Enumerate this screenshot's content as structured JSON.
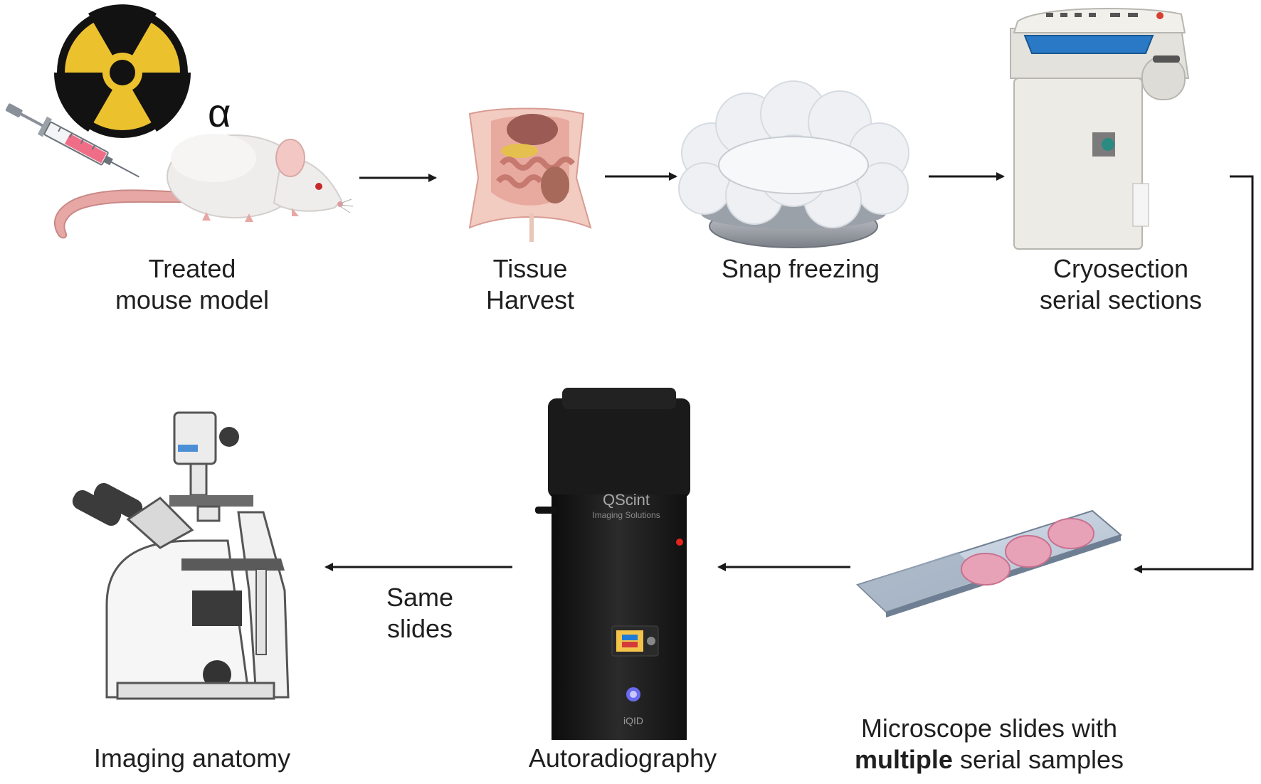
{
  "steps": {
    "treated": {
      "line1": "Treated",
      "line2": "mouse model"
    },
    "harvest": {
      "line1": "Tissue",
      "line2": "Harvest"
    },
    "freeze": {
      "line1": "Snap freezing"
    },
    "cryo": {
      "line1": "Cryosection",
      "line2": "serial sections"
    },
    "slides": {
      "line1": "Microscope slides with",
      "line2_bold": "multiple",
      "line2_rest": " serial samples"
    },
    "autorad": {
      "line1": "Autoradiography"
    },
    "imaging": {
      "line1": "Imaging anatomy"
    }
  },
  "arrow_labels": {
    "same_line1": "Same",
    "same_line2": "slides"
  },
  "symbols": {
    "alpha": "α"
  },
  "device": {
    "brand": "QScint",
    "brand_sub": "Imaging Solutions",
    "model": "iQID"
  },
  "colors": {
    "radiation_yellow": "#ecc12e",
    "mouse_body": "#efedec",
    "syringe_fluid": "#f06d88",
    "tissue_pink": "#e7a2b8",
    "cryostat_water": "#2a79c6",
    "device_black": "#1a1a1a",
    "led_red": "#e5231b",
    "led_blue": "#6a6af0"
  }
}
